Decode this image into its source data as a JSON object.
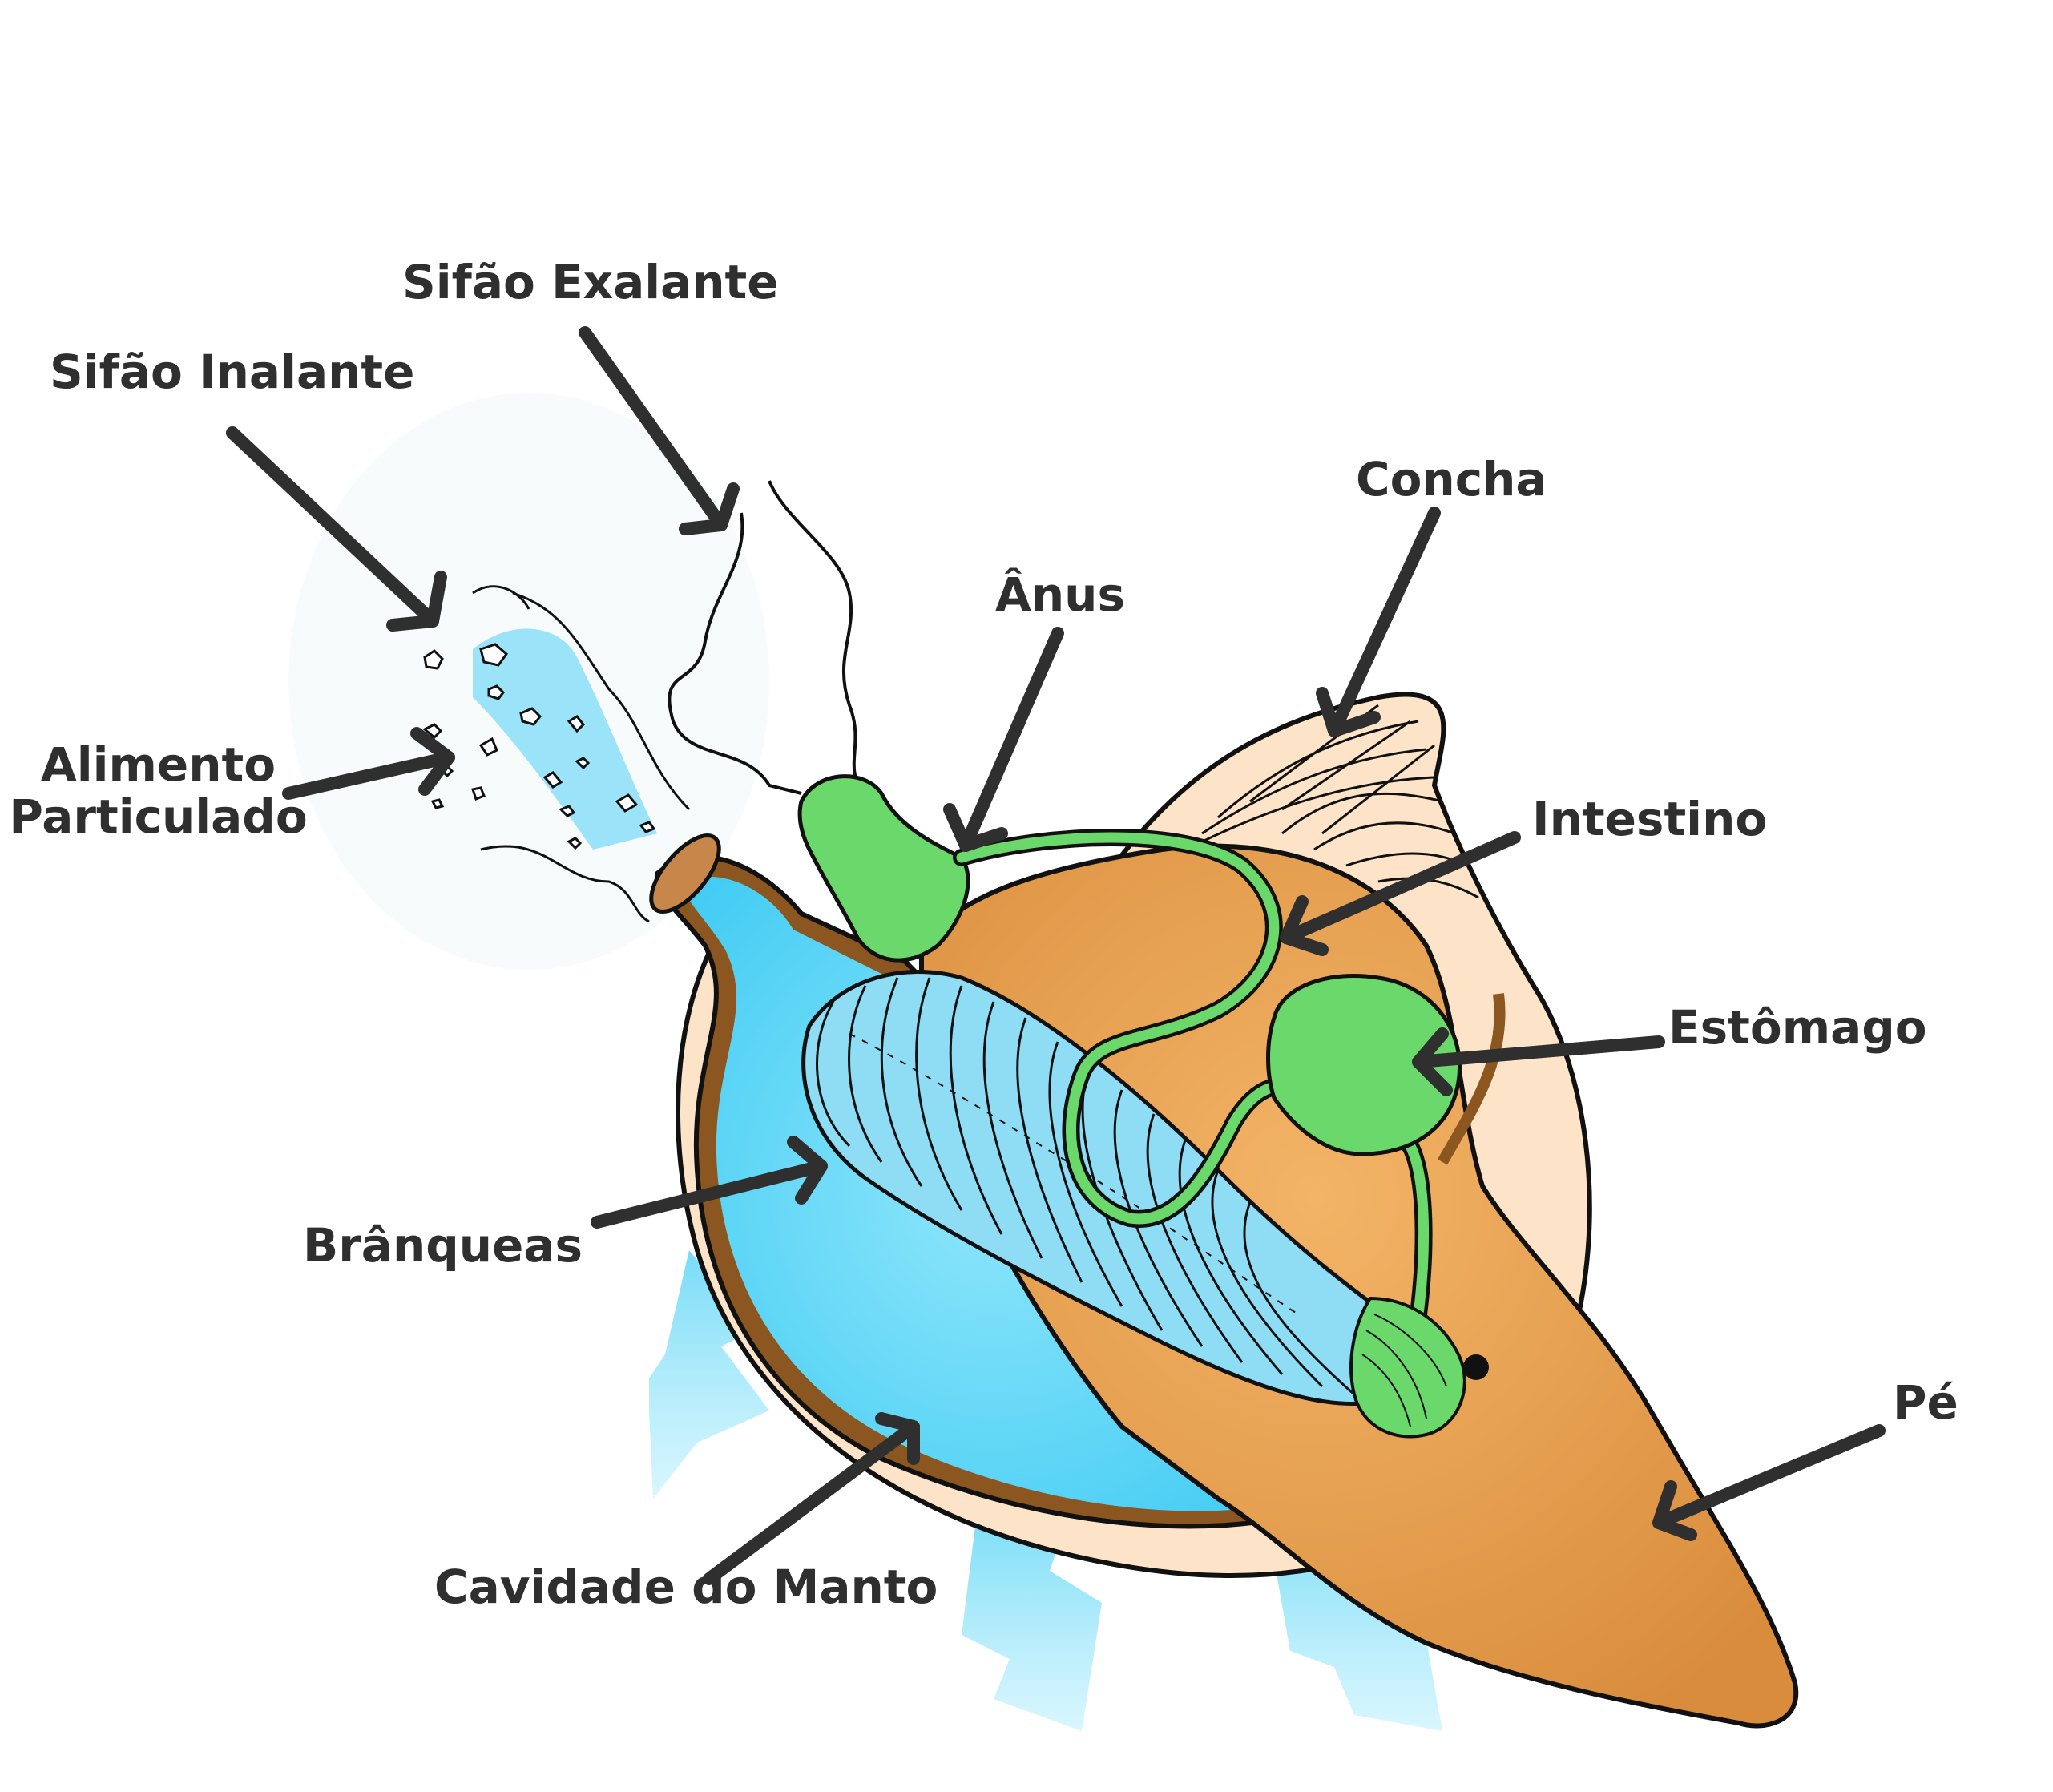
{
  "colors": {
    "label_text": "#2f2f2f",
    "arrow": "#2f2f2f",
    "outline": "#111111",
    "shell_fill": "#fde3c8",
    "mantle_cavity_fill": "#5fd4f6",
    "gill_fill": "#8fdcf5",
    "gut_fill": "#6ad86a",
    "body_fill": "#e9a355",
    "water_flow": "#6fdaf7"
  },
  "labels": {
    "sifao_inalante": "Sifão Inalante",
    "sifao_exalante": "Sifão Exalante",
    "concha": "Concha",
    "anus": "Ânus",
    "intestino": "Intestino",
    "alimento_line1": "Alimento",
    "alimento_line2": "Particulado",
    "estomago": "Estômago",
    "branqueas": "Brânqueas",
    "pe": "Pé",
    "cavidade_do_manto": "Cavidade do Manto"
  }
}
